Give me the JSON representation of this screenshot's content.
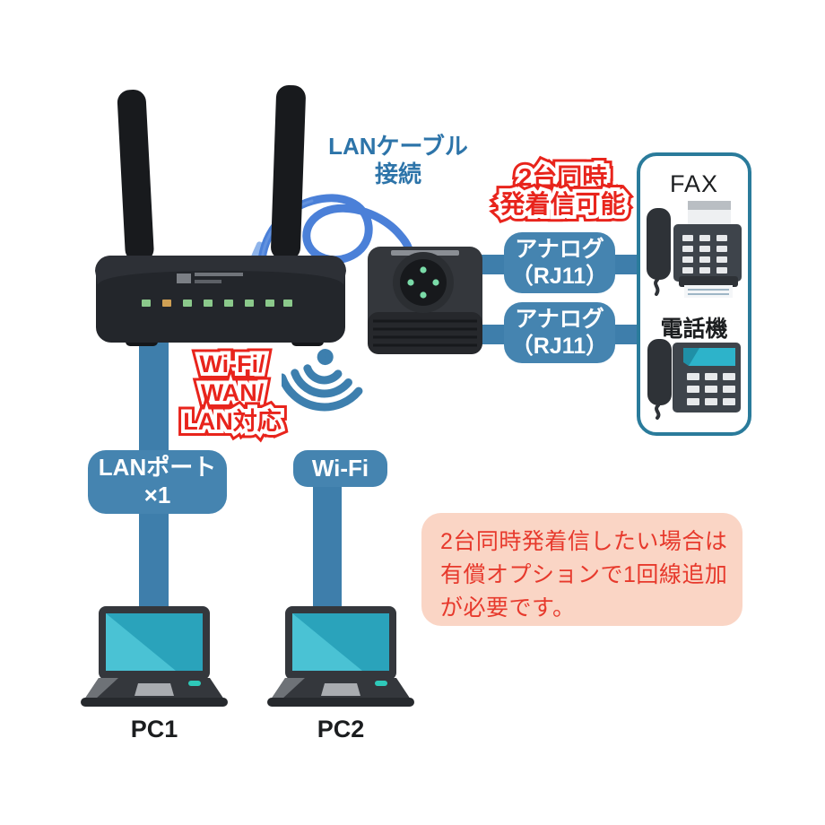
{
  "labels": {
    "lan_cable": {
      "line1": "LANケーブル",
      "line2": "接続"
    },
    "badge_top": {
      "line1": "2台同時",
      "line2": "発着信可能"
    },
    "analog1": {
      "line1": "アナログ",
      "line2": "（RJ11）"
    },
    "analog2": {
      "line1": "アナログ",
      "line2": "（RJ11）"
    },
    "panel": {
      "fax": "FAX",
      "phone": "電話機"
    },
    "badge_wifi": {
      "line1": "Wi-Fi/",
      "line2": "WAN/",
      "line3": "LAN対応"
    },
    "lan_port": {
      "line1": "LANポート",
      "line2": "×1"
    },
    "wifi_box": "Wi-Fi",
    "note": {
      "line1": "2台同時発着信したい場合は",
      "line2": "有償オプションで1回線追加",
      "line3": "が必要です。"
    },
    "pc1": "PC1",
    "pc2": "PC2"
  },
  "icons": {
    "router": "wifi-router-two-antennas",
    "cable": "blue-lan-cable-loop",
    "ata": "analog-telephone-adapter-box",
    "wifi_signal": "wifi-signal-waves",
    "fax": "fax-machine",
    "phone": "desk-telephone",
    "pc": "laptop-computer"
  },
  "colors": {
    "connector_blue": "#3e7eab",
    "label_blue": "#4584b0",
    "accent_red": "#e8241c",
    "heading_blue": "#2d74a9",
    "panel_border": "#2a7b9b",
    "note_bg": "#fad5c5",
    "note_text": "#e7392c",
    "cable_blue": "#4b80d8",
    "screen_teal": "#2aa3bb",
    "led_green": "#8bc98b",
    "led_amber": "#cfa054"
  }
}
